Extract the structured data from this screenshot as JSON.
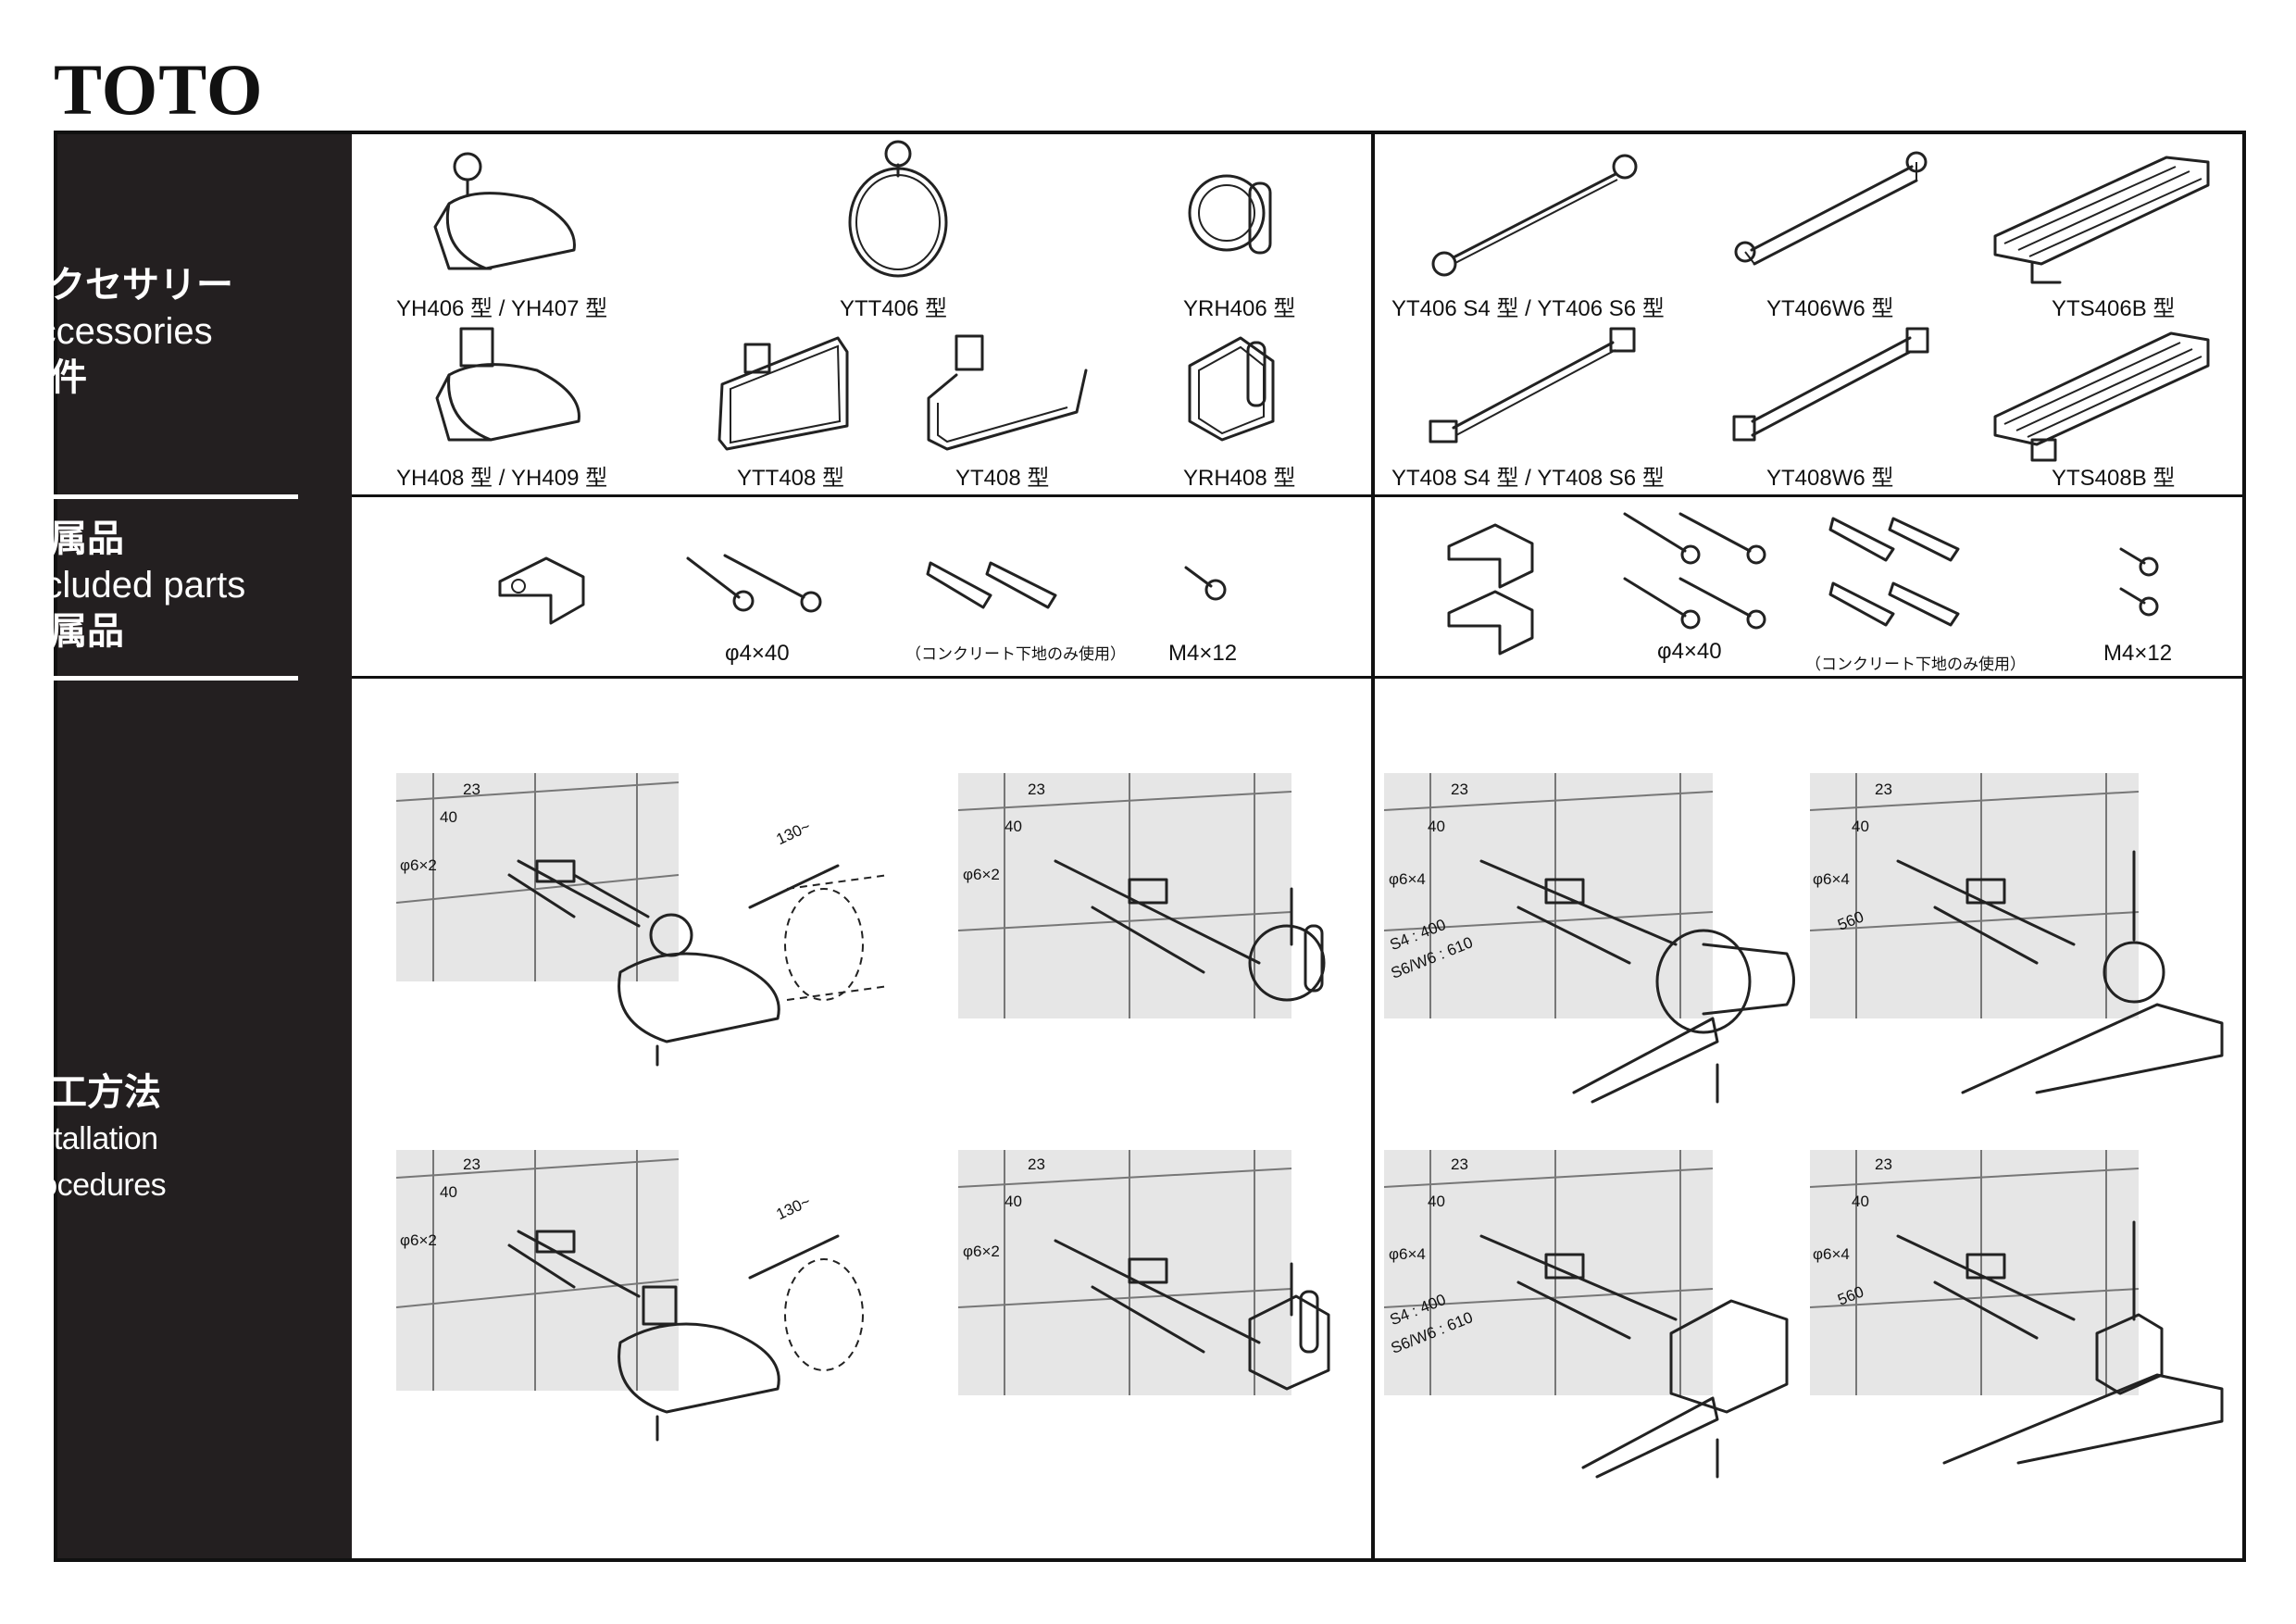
{
  "brand": {
    "logo": "TOTO"
  },
  "sidebar": {
    "accessories": {
      "ja": "アクセサリー",
      "en": "Accessories",
      "zh": "配件"
    },
    "parts": {
      "ja": "付属品",
      "en": "Included parts",
      "zh": "附属品"
    },
    "install": {
      "ja": "施工方法",
      "en": "Installation procedures"
    }
  },
  "accessories": {
    "left_row1": [
      "YH406 型 / YH407 型",
      "YTT406 型",
      "YRH406 型"
    ],
    "left_row2": [
      "YH408 型 / YH409 型",
      "YTT408 型",
      "YT408 型",
      "YRH408 型"
    ],
    "right_row1": [
      "YT406 S4 型 / YT406 S6 型",
      "YT406W6 型",
      "YTS406B 型"
    ],
    "right_row2": [
      "YT408 S4 型 / YT408 S6 型",
      "YT408W6 型",
      "YTS408B 型"
    ]
  },
  "parts": {
    "screw": "φ4×40",
    "anchor_note": "（コンクリート下地のみ使用）",
    "bolt": "M4×12"
  },
  "install": {
    "dim23": "23",
    "dim40": "40",
    "hole2": "φ6×2",
    "hole4": "φ6×4",
    "gap130": "130~",
    "len_s4": "S4 : 400",
    "len_s6": "S6/W6 : 610",
    "len560": "560"
  }
}
